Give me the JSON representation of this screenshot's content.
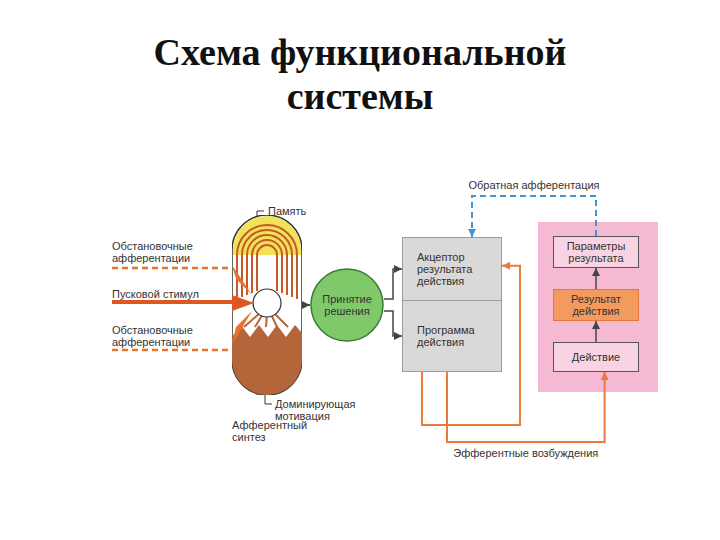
{
  "diagram": {
    "title": "Схема функциональной системы",
    "nodes": [
      {
        "text": [
          "Афферентный синтез"
        ]
      },
      {
        "text": [
          "Принятие решения"
        ]
      },
      {
        "text": [
          "Акцептор результата действия"
        ]
      },
      {
        "text": [
          "Программа действия"
        ]
      },
      {
        "text": [
          "Параметры результата"
        ]
      },
      {
        "text": [
          "Результат действия"
        ]
      },
      {
        "text": [
          "Действие"
        ]
      }
    ],
    "edges": [
      {
        "from": 0,
        "to": 1,
        "arrow": "to"
      },
      {
        "from": 1,
        "to": 2,
        "arrow": "to"
      },
      {
        "from": 1,
        "to": 3,
        "arrow": "to"
      },
      {
        "from": 3,
        "to": 6,
        "arrow": "to",
        "label": "Эфферентные возбуждения"
      },
      {
        "from": 6,
        "to": 5,
        "arrow": "to"
      },
      {
        "from": 5,
        "to": 4,
        "arrow": "to"
      },
      {
        "from": 4,
        "to": 2,
        "arrow": "to",
        "label": "Обратная афферентация"
      },
      {
        "from": 3,
        "to": 2,
        "arrow": "to"
      }
    ],
    "labels": [
      "Память",
      "Обстановочные афферентации",
      "Пусковой стимул",
      "Обстановочные афферентации",
      "Доминирующая мотивация"
    ]
  }
}
